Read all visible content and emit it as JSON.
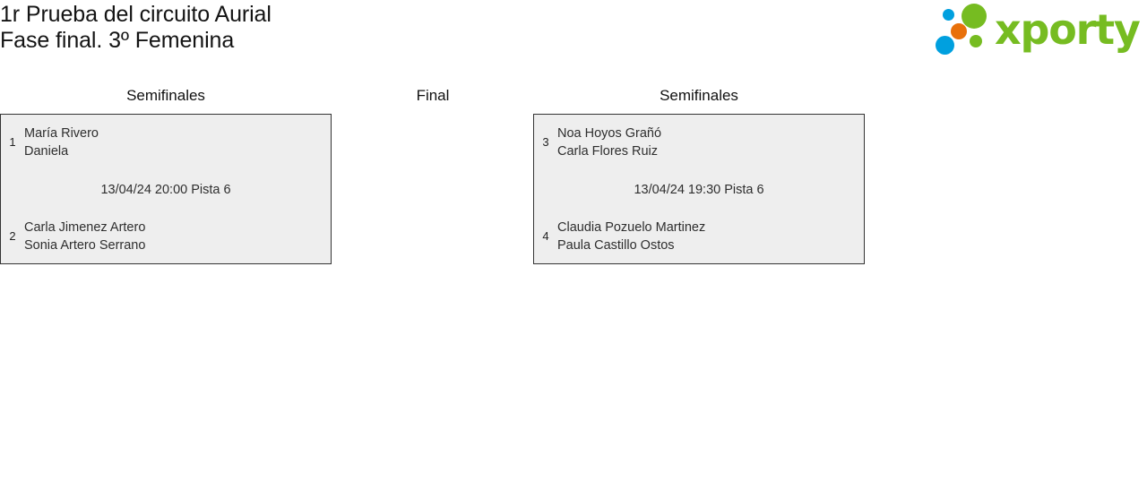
{
  "header": {
    "title_line1": "1r Prueba del circuito Aurial",
    "title_line2": "Fase final. 3º Femenina",
    "logo": {
      "wordmark": "xporty",
      "colors": {
        "green": "#76bc21",
        "blue": "#00a0df",
        "orange": "#e8700a"
      }
    }
  },
  "bracket": {
    "rounds": [
      {
        "label": "Semifinales"
      },
      {
        "label": "Final"
      },
      {
        "label": "Semifinales"
      }
    ],
    "matches": [
      {
        "side": "left",
        "round": "Semifinales",
        "top_team": {
          "seed": "1",
          "player1": "María Rivero",
          "player2": "Daniela"
        },
        "bottom_team": {
          "seed": "2",
          "player1": "Carla Jimenez Artero",
          "player2": "Sonia Artero Serrano"
        },
        "info": "13/04/24 20:00 Pista 6",
        "date": "13/04/24",
        "time": "20:00",
        "court": "Pista 6"
      },
      {
        "side": "right",
        "round": "Semifinales",
        "top_team": {
          "seed": "3",
          "player1": "Noa Hoyos Grañó",
          "player2": "Carla Flores Ruiz"
        },
        "bottom_team": {
          "seed": "4",
          "player1": "Claudia Pozuelo Martinez",
          "player2": "Paula Castillo Ostos"
        },
        "info": "13/04/24 19:30 Pista 6",
        "date": "13/04/24",
        "time": "19:30",
        "court": "Pista 6"
      }
    ]
  },
  "theme": {
    "box_background": "#eeeeee",
    "box_border": "#343434",
    "page_background": "#ffffff",
    "text_color": "#2e2e2e"
  }
}
